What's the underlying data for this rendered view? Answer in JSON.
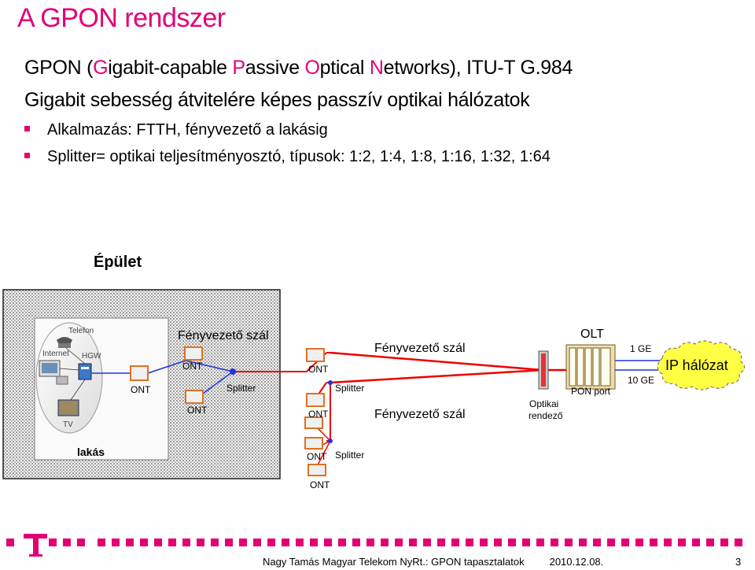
{
  "title": "A GPON rendszer",
  "intro": {
    "line1_parts": [
      {
        "text": "GPON (",
        "mark": false
      },
      {
        "text": "G",
        "mark": true
      },
      {
        "text": "igabit-capable ",
        "mark": false
      },
      {
        "text": "P",
        "mark": true
      },
      {
        "text": "assive ",
        "mark": false
      },
      {
        "text": "O",
        "mark": true
      },
      {
        "text": "ptical ",
        "mark": false
      },
      {
        "text": "N",
        "mark": true
      },
      {
        "text": "etworks), ITU-T G.984",
        "mark": false
      }
    ],
    "line2": "Gigabit sebesség átvitelére képes passzív optikai hálózatok"
  },
  "bullets": [
    "Alkalmazás: FTTH, fényvezető a lakásig",
    "Splitter= optikai teljesítményosztó, típusok: 1:2, 1:4, 1:8, 1:16, 1:32, 1:64"
  ],
  "diagram": {
    "building_label": "Épület",
    "flat_label": "lakás",
    "home": {
      "telefon": "Telefon",
      "internet": "Internet",
      "hgw": "HGW",
      "tv": "TV"
    },
    "ont_label": "ONT",
    "splitter_label": "Splitter",
    "fiber_label": "Fényvezető szál",
    "odf_label_1": "Optikai",
    "odf_label_2": "rendező",
    "olt_label": "OLT",
    "pon_port_label": "PON port",
    "uplink_1": "1 GE",
    "uplink_2": "10 GE",
    "ip_network": "IP hálózat"
  },
  "footer": {
    "text": "Nagy Tamás Magyar Telekom NyRt.: GPON tapasztalatok",
    "date": "2010.12.08.",
    "page": "3"
  },
  "colors": {
    "brand": "#e20074",
    "fiber": "#ee0000",
    "link": "#2233dd",
    "cloud": "#ffff44"
  }
}
